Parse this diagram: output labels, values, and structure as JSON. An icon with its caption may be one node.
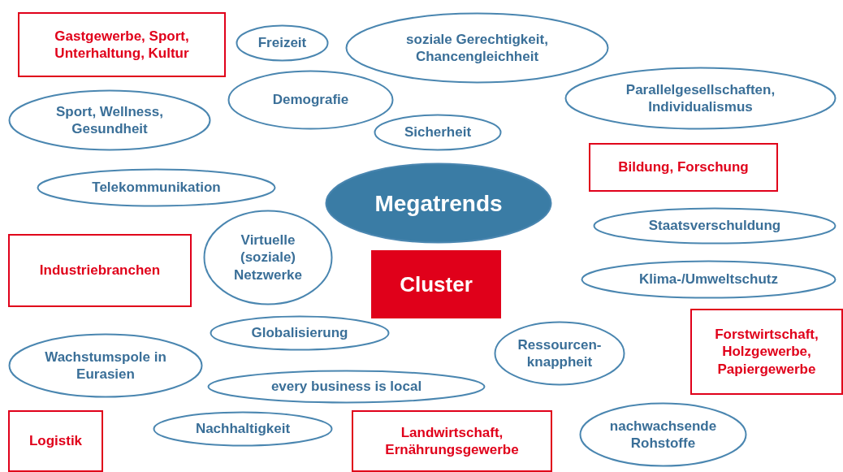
{
  "diagram": {
    "nodes": [
      {
        "text": [
          "Gastgewerbe, Sport, Unterhaltung, Kultur"
        ]
      },
      {
        "text": [
          "Freizeit"
        ]
      },
      {
        "text": [
          "soziale Gerechtigkeit, Chancengleichheit"
        ]
      },
      {
        "text": [
          "Demografie"
        ]
      },
      {
        "text": [
          "Parallelgesellschaften, Individualismus"
        ]
      },
      {
        "text": [
          "Sport, Wellness, Gesundheit"
        ]
      },
      {
        "text": [
          "Sicherheit"
        ]
      },
      {
        "text": [
          "Bildung, Forschung"
        ]
      },
      {
        "text": [
          "Telekommunikation"
        ]
      },
      {
        "text": [
          "Megatrends"
        ]
      },
      {
        "text": [
          "Staatsverschuldung"
        ]
      },
      {
        "text": [
          "Industriebranchen"
        ]
      },
      {
        "text": [
          "Virtuelle (soziale) Netzwerke"
        ]
      },
      {
        "text": [
          "Cluster"
        ]
      },
      {
        "text": [
          "Klima-/Umweltschutz"
        ]
      },
      {
        "text": [
          "Globalisierung"
        ]
      },
      {
        "text": [
          "Ressourcen- knappheit"
        ]
      },
      {
        "text": [
          "Forstwirtschaft, Holzgewerbe, Papiergewerbe"
        ]
      },
      {
        "text": [
          "Wachstumspole in Eurasien"
        ]
      },
      {
        "text": [
          "every business is local"
        ]
      },
      {
        "text": [
          "Logistik"
        ]
      },
      {
        "text": [
          "Nachhaltigkeit"
        ]
      },
      {
        "text": [
          "Landwirtschaft, Ernährungsgewerbe"
        ]
      },
      {
        "text": [
          "nachwachsende Rohstoffe"
        ]
      }
    ]
  }
}
